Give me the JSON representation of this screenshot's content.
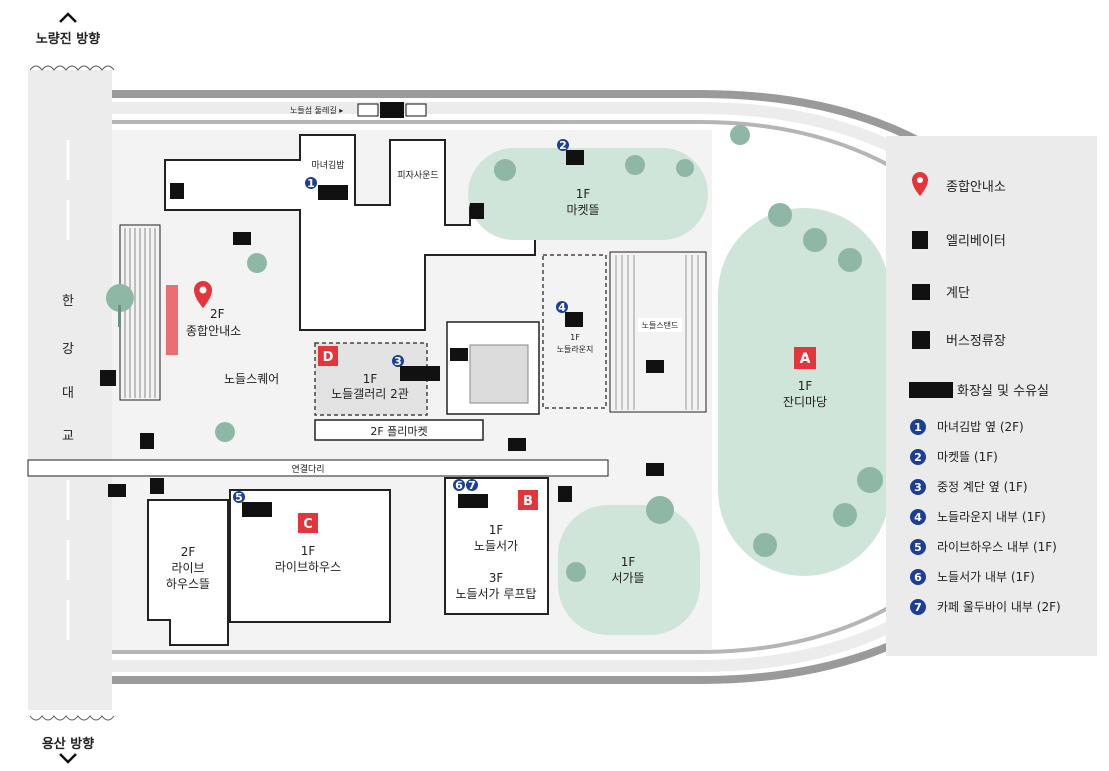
{
  "colors": {
    "green": "#cfe5d9",
    "gray_panel": "#ebebeb",
    "road": "#ececec",
    "road_line": "#9a9a9a",
    "red_marker": "#e3353a",
    "navy_number": "#1c3f94",
    "pink_bar": "#ea6f72"
  },
  "directions": {
    "top": "노량진 방향",
    "bottom": "용산 방향"
  },
  "bridge": {
    "chars": [
      "한",
      "강",
      "대",
      "교"
    ]
  },
  "path_top": "노들섬 둘레길 ▸",
  "labels": {
    "mana_kimbap": "마녀김밥",
    "pizza": "피자사운드",
    "noddle_stand": "노들스탠드",
    "yeongyeol": "연결다리",
    "info_2f_floor": "2F",
    "info_2f_name": "종합안내소",
    "square": "노들스퀘어",
    "flea": "2F 플리마켓",
    "lounge_floor": "1F",
    "lounge_name": "노들라운지"
  },
  "areas": {
    "A": {
      "letter": "A",
      "floor": "1F",
      "name": "잔디마당"
    },
    "B": {
      "letter": "B",
      "floor": "1F",
      "name": "노들서가",
      "floor2": "3F",
      "name2": "노들서가 루프탑"
    },
    "C": {
      "letter": "C",
      "floor": "1F",
      "name": "라이브하우스"
    },
    "D": {
      "letter": "D",
      "floor": "1F",
      "name": "노들갤러리 2관"
    },
    "market": {
      "floor": "1F",
      "name": "마켓뜰"
    },
    "seoga": {
      "floor": "1F",
      "name": "서가뜰"
    },
    "live_garden": {
      "floor": "2F",
      "name1": "라이브",
      "name2": "하우스뜰"
    }
  },
  "numbers": {
    "n1": "1",
    "n2": "2",
    "n3": "3",
    "n4": "4",
    "n5": "5",
    "n6": "6",
    "n7": "7"
  },
  "legend": {
    "info": "종합안내소",
    "elevator": "엘리베이터",
    "stairs": "계단",
    "bus": "버스정류장",
    "restroom": "화장실 및 수유실",
    "items": [
      {
        "num": "1",
        "label": "마녀김밥 옆 (2F)"
      },
      {
        "num": "2",
        "label": "마켓뜰 (1F)"
      },
      {
        "num": "3",
        "label": "중정 계단 옆 (1F)"
      },
      {
        "num": "4",
        "label": "노들라운지 내부 (1F)"
      },
      {
        "num": "5",
        "label": "라이브하우스 내부 (1F)"
      },
      {
        "num": "6",
        "label": "노들서가 내부 (1F)"
      },
      {
        "num": "7",
        "label": "카페 울두바이 내부 (2F)"
      }
    ]
  }
}
